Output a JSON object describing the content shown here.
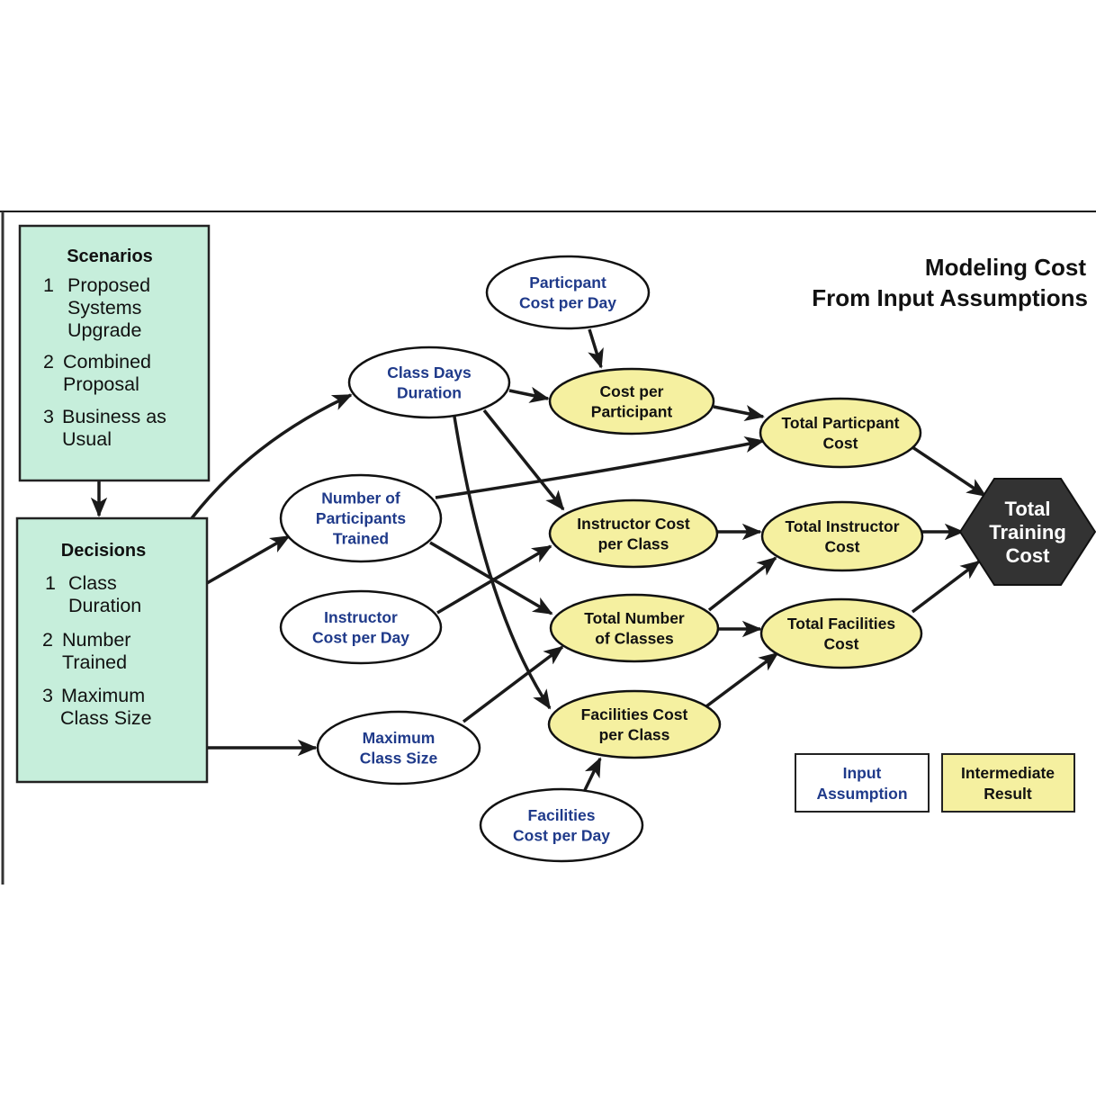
{
  "title": {
    "line1": "Modeling Cost",
    "line2": "From Input Assumptions"
  },
  "scenarios": {
    "heading": "Scenarios",
    "items": [
      {
        "num": "1",
        "lines": [
          "Proposed",
          "Systems",
          "Upgrade"
        ]
      },
      {
        "num": "2",
        "lines": [
          "Combined",
          "Proposal"
        ]
      },
      {
        "num": "3",
        "lines": [
          "Business as",
          "Usual"
        ]
      }
    ]
  },
  "decisions": {
    "heading": "Decisions",
    "items": [
      {
        "num": "1",
        "lines": [
          "Class",
          "Duration"
        ]
      },
      {
        "num": "2",
        "lines": [
          "Number",
          "Trained"
        ]
      },
      {
        "num": "3",
        "lines": [
          "Maximum",
          "Class Size"
        ]
      }
    ]
  },
  "nodes": {
    "participant_cost_per_day": {
      "type": "input",
      "lines": [
        "Particpant",
        "Cost per Day"
      ]
    },
    "class_days_duration": {
      "type": "input",
      "lines": [
        "Class Days",
        "Duration"
      ]
    },
    "number_of_participants": {
      "type": "input",
      "lines": [
        "Number of",
        "Participants",
        "Trained"
      ]
    },
    "instructor_cost_per_day": {
      "type": "input",
      "lines": [
        "Instructor",
        "Cost per Day"
      ]
    },
    "maximum_class_size": {
      "type": "input",
      "lines": [
        "Maximum",
        "Class Size"
      ]
    },
    "facilities_cost_per_day": {
      "type": "input",
      "lines": [
        "Facilities",
        "Cost per Day"
      ]
    },
    "cost_per_participant": {
      "type": "intermediate",
      "lines": [
        "Cost per",
        "Participant"
      ]
    },
    "instructor_cost_per_class": {
      "type": "intermediate",
      "lines": [
        "Instructor Cost",
        "per Class"
      ]
    },
    "total_number_of_classes": {
      "type": "intermediate",
      "lines": [
        "Total Number",
        "of Classes"
      ]
    },
    "facilities_cost_per_class": {
      "type": "intermediate",
      "lines": [
        "Facilities Cost",
        "per Class"
      ]
    },
    "total_participant_cost": {
      "type": "intermediate",
      "lines": [
        "Total Particpant",
        "Cost"
      ]
    },
    "total_instructor_cost": {
      "type": "intermediate",
      "lines": [
        "Total Instructor",
        "Cost"
      ]
    },
    "total_facilities_cost": {
      "type": "intermediate",
      "lines": [
        "Total Facilities",
        "Cost"
      ]
    },
    "total_training_cost": {
      "type": "final",
      "lines": [
        "Total",
        "Training",
        "Cost"
      ]
    }
  },
  "edges": [
    {
      "from": "scenarios",
      "to": "decisions"
    },
    {
      "from": "decisions",
      "to": "class_days_duration"
    },
    {
      "from": "decisions",
      "to": "number_of_participants"
    },
    {
      "from": "decisions",
      "to": "maximum_class_size"
    },
    {
      "from": "participant_cost_per_day",
      "to": "cost_per_participant"
    },
    {
      "from": "class_days_duration",
      "to": "cost_per_participant"
    },
    {
      "from": "class_days_duration",
      "to": "instructor_cost_per_class"
    },
    {
      "from": "class_days_duration",
      "to": "facilities_cost_per_class"
    },
    {
      "from": "number_of_participants",
      "to": "total_participant_cost"
    },
    {
      "from": "number_of_participants",
      "to": "total_number_of_classes"
    },
    {
      "from": "instructor_cost_per_day",
      "to": "instructor_cost_per_class"
    },
    {
      "from": "maximum_class_size",
      "to": "total_number_of_classes"
    },
    {
      "from": "facilities_cost_per_day",
      "to": "facilities_cost_per_class"
    },
    {
      "from": "cost_per_participant",
      "to": "total_participant_cost"
    },
    {
      "from": "instructor_cost_per_class",
      "to": "total_instructor_cost"
    },
    {
      "from": "total_number_of_classes",
      "to": "total_instructor_cost"
    },
    {
      "from": "total_number_of_classes",
      "to": "total_facilities_cost"
    },
    {
      "from": "facilities_cost_per_class",
      "to": "total_facilities_cost"
    },
    {
      "from": "total_participant_cost",
      "to": "total_training_cost"
    },
    {
      "from": "total_instructor_cost",
      "to": "total_training_cost"
    },
    {
      "from": "total_facilities_cost",
      "to": "total_training_cost"
    }
  ],
  "legend": {
    "input": [
      "Input",
      "Assumption"
    ],
    "intermediate": [
      "Intermediate",
      "Result"
    ]
  },
  "colors": {
    "decision_box_fill": "#c6eedb",
    "intermediate_fill": "#f5f0a0",
    "input_fill": "#ffffff",
    "input_text": "#1f3a8a",
    "final_fill": "#333333",
    "stroke": "#1a1a1a"
  }
}
